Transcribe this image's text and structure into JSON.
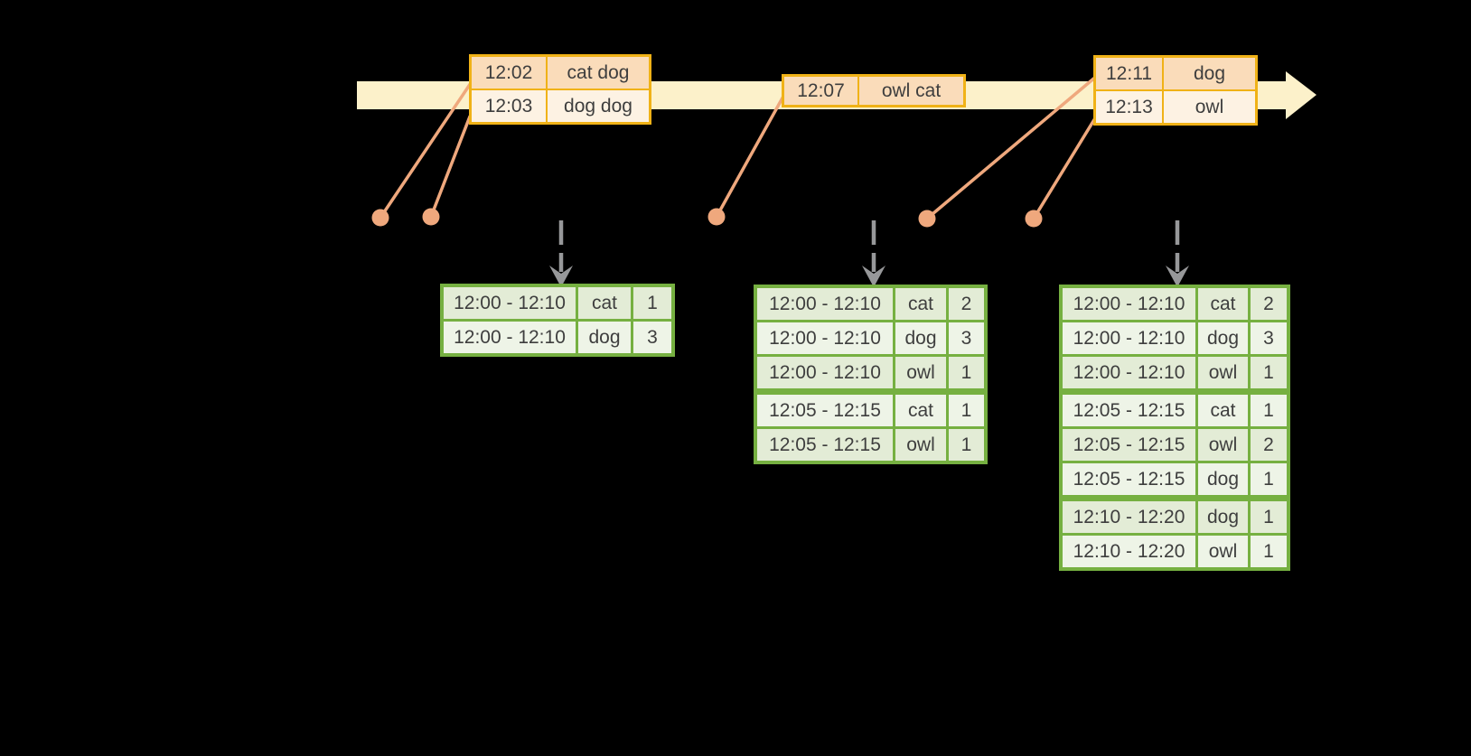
{
  "colors": {
    "background": "#000000",
    "timeline_band": "#fcf1ca",
    "event_table_border": "#f0b217",
    "event_row_dark": "#fadcba",
    "event_row_light": "#fdf2e3",
    "event_connector": "#efa87d",
    "result_table_border": "#76b041",
    "result_row_dark": "#e3ecd6",
    "result_row_light": "#eef4e7",
    "trigger_arrow": "#97989a",
    "text": "#3e3e3e"
  },
  "event_tables": [
    {
      "rows": [
        {
          "time": "12:02",
          "words": "cat dog"
        },
        {
          "time": "12:03",
          "words": "dog dog"
        }
      ]
    },
    {
      "rows": [
        {
          "time": "12:07",
          "words": "owl cat"
        }
      ]
    },
    {
      "rows": [
        {
          "time": "12:11",
          "words": "dog"
        },
        {
          "time": "12:13",
          "words": "owl"
        }
      ]
    }
  ],
  "result_tables": [
    {
      "rows": [
        {
          "window": "12:00 - 12:10",
          "word": "cat",
          "count": 1
        },
        {
          "window": "12:00 - 12:10",
          "word": "dog",
          "count": 3
        }
      ]
    },
    {
      "rows": [
        {
          "window": "12:00 - 12:10",
          "word": "cat",
          "count": 2
        },
        {
          "window": "12:00 - 12:10",
          "word": "dog",
          "count": 3
        },
        {
          "window": "12:00 - 12:10",
          "word": "owl",
          "count": 1
        },
        {
          "window": "12:05 - 12:15",
          "word": "cat",
          "count": 1
        },
        {
          "window": "12:05 - 12:15",
          "word": "owl",
          "count": 1
        }
      ]
    },
    {
      "rows": [
        {
          "window": "12:00 - 12:10",
          "word": "cat",
          "count": 2
        },
        {
          "window": "12:00 - 12:10",
          "word": "dog",
          "count": 3
        },
        {
          "window": "12:00 - 12:10",
          "word": "owl",
          "count": 1
        },
        {
          "window": "12:05 - 12:15",
          "word": "cat",
          "count": 1
        },
        {
          "window": "12:05 - 12:15",
          "word": "owl",
          "count": 2
        },
        {
          "window": "12:05 - 12:15",
          "word": "dog",
          "count": 1
        },
        {
          "window": "12:10 - 12:20",
          "word": "dog",
          "count": 1
        },
        {
          "window": "12:10 - 12:20",
          "word": "owl",
          "count": 1
        }
      ]
    }
  ]
}
